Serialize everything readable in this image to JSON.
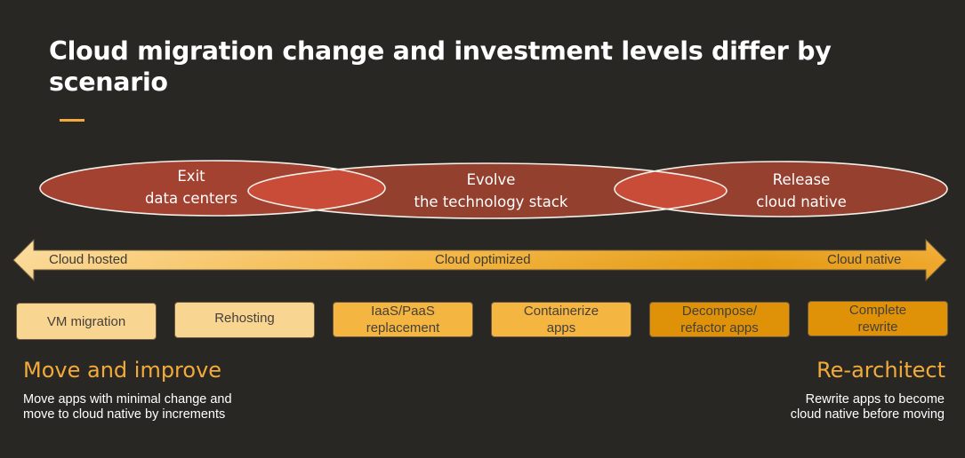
{
  "slide": {
    "title": "Cloud migration change and investment levels differ by scenario",
    "colors": {
      "background": "#292724",
      "accent": "#f2ab3a",
      "ellipse_fill": "#96402f",
      "ellipse_overlap": "#c94c39",
      "step_light": "#f9d592",
      "step_mid": "#f4b541",
      "step_dark": "#df9208"
    }
  },
  "ellipses": [
    {
      "line1": "Exit",
      "line2": "data centers"
    },
    {
      "line1": "Evolve",
      "line2": "the technology stack"
    },
    {
      "line1": "Release",
      "line2": "cloud native"
    }
  ],
  "spectrum": {
    "left_label": "Cloud hosted",
    "center_label": "Cloud optimized",
    "right_label": "Cloud native"
  },
  "steps": [
    {
      "line1": "VM migration",
      "line2": "",
      "shade": "light"
    },
    {
      "line1": "Rehosting",
      "line2": "",
      "shade": "light"
    },
    {
      "line1": "IaaS/PaaS",
      "line2": "replacement",
      "shade": "mid"
    },
    {
      "line1": "Containerize",
      "line2": "apps",
      "shade": "mid"
    },
    {
      "line1": "Decompose/",
      "line2": "refactor apps",
      "shade": "dark"
    },
    {
      "line1": "Complete",
      "line2": "rewrite",
      "shade": "dark"
    }
  ],
  "approaches": {
    "left": {
      "heading": "Move and improve",
      "line1": "Move apps with minimal change and",
      "line2": "move to cloud native by increments"
    },
    "right": {
      "heading": "Re-architect",
      "line1": "Rewrite apps to become",
      "line2": "cloud native before moving"
    }
  }
}
